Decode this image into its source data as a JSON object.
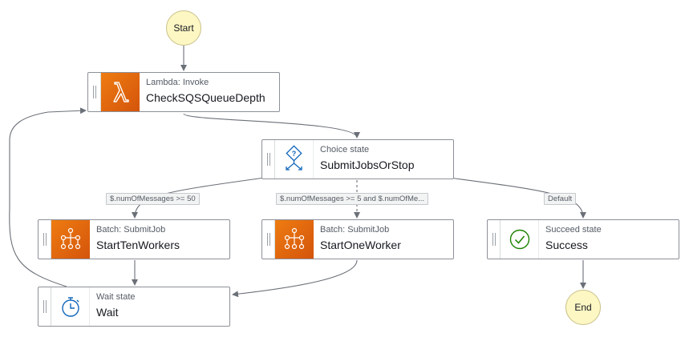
{
  "start": {
    "label": "Start"
  },
  "end": {
    "label": "End"
  },
  "nodes": {
    "check_queue": {
      "type": "Lambda: Invoke",
      "name": "CheckSQSQueueDepth",
      "icon": "lambda-icon"
    },
    "submit_or_stop": {
      "type": "Choice state",
      "name": "SubmitJobsOrStop",
      "icon": "choice-icon"
    },
    "start_ten": {
      "type": "Batch: SubmitJob",
      "name": "StartTenWorkers",
      "icon": "batch-icon"
    },
    "start_one": {
      "type": "Batch: SubmitJob",
      "name": "StartOneWorker",
      "icon": "batch-icon"
    },
    "success": {
      "type": "Succeed state",
      "name": "Success",
      "icon": "check-circle-icon"
    },
    "wait": {
      "type": "Wait state",
      "name": "Wait",
      "icon": "stopwatch-icon"
    }
  },
  "edges": {
    "ten_condition": "$.numOfMessages >= 50",
    "one_condition": "$.numOfMessages >= 5 and $.numOfMe...",
    "default": "Default"
  },
  "colors": {
    "service_icon_bg": "#e0700f",
    "choice_icon": "#1166bb",
    "succeed_icon": "#1d8102",
    "wait_icon": "#1166bb",
    "circle_fill": "#fdf7c4",
    "edge": "#6b7078"
  }
}
